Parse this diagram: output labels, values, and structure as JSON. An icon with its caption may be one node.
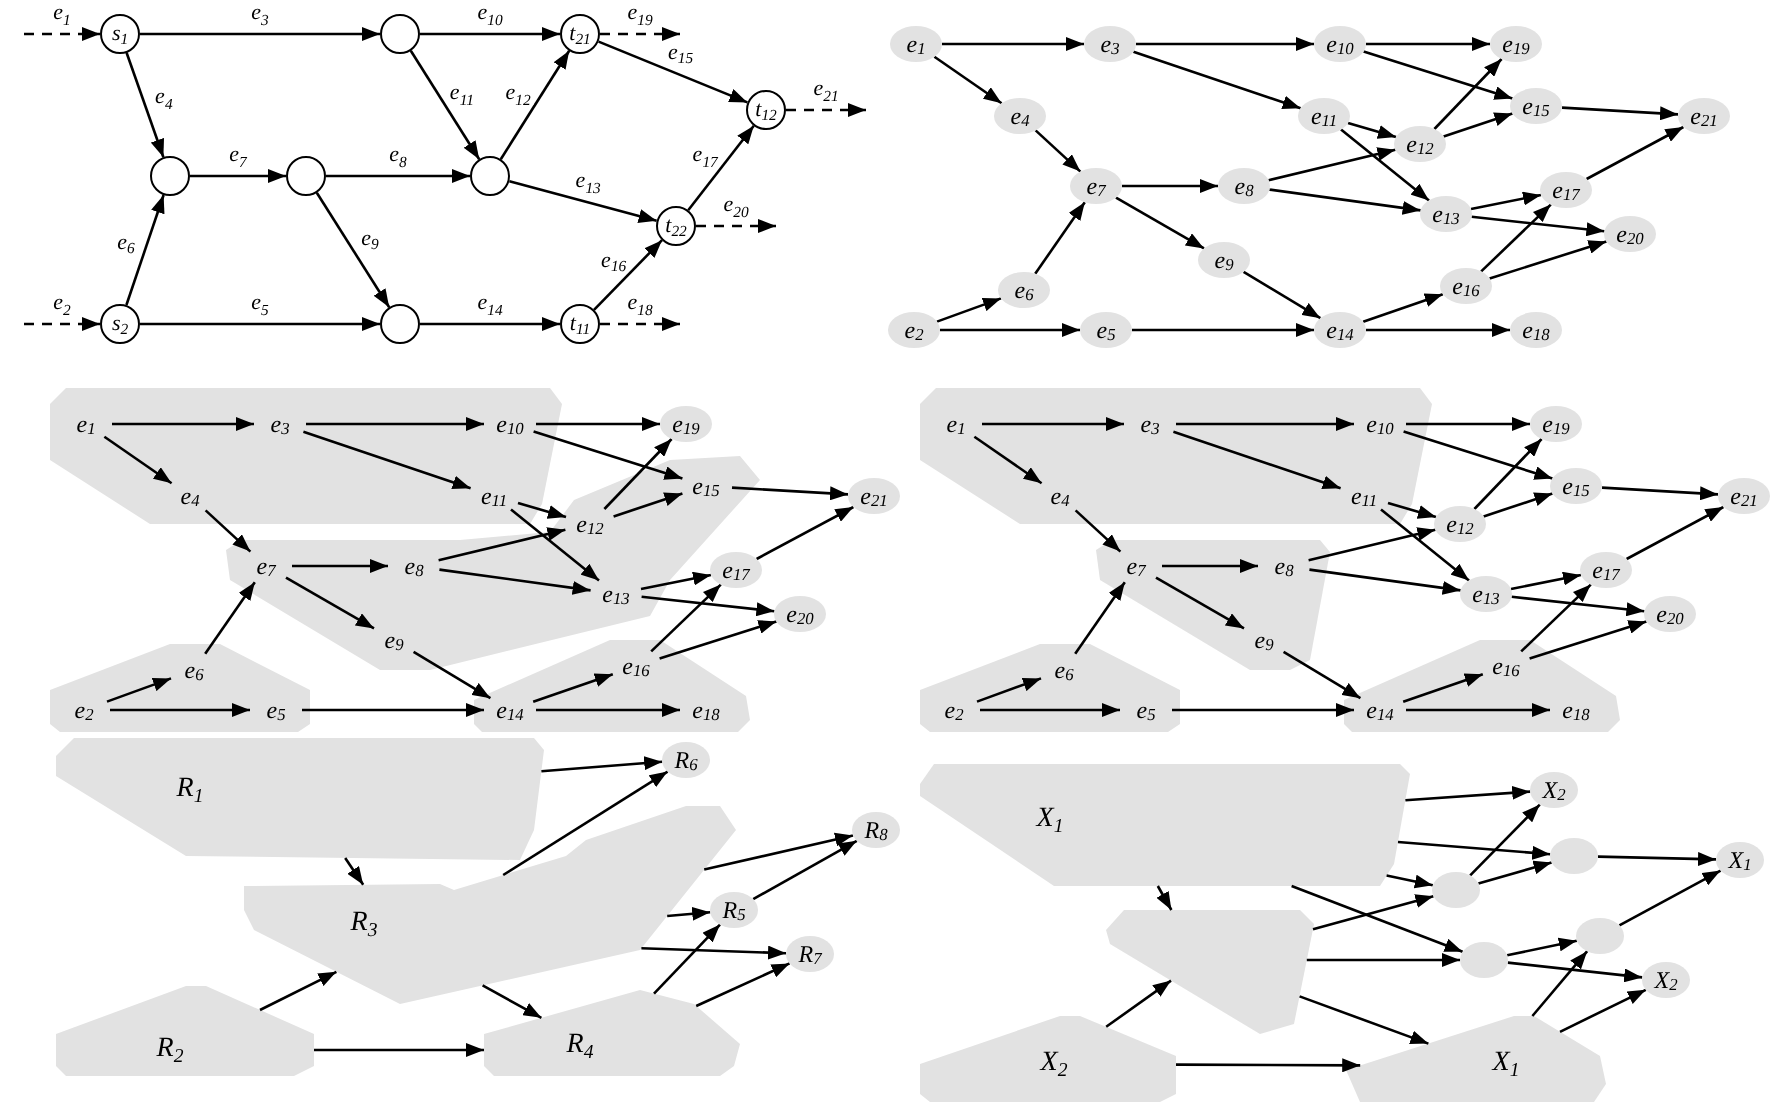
{
  "diagram": {
    "nodes": [
      {
        "text": [
          "s$_{1}$"
        ]
      },
      {
        "text": [],
        "shape": "circle"
      },
      {
        "text": [
          "t$_{21}$"
        ]
      },
      {
        "text": [
          "t$_{12}$"
        ]
      },
      {
        "text": [],
        "shape": "circle"
      },
      {
        "text": [],
        "shape": "circle"
      },
      {
        "text": [],
        "shape": "circle"
      },
      {
        "text": [
          "t$_{22}$"
        ]
      },
      {
        "text": [
          "s$_{2}$"
        ]
      },
      {
        "text": [],
        "shape": "circle"
      },
      {
        "text": [
          "t$_{11}$"
        ]
      },
      {
        "text": [
          "e$_{1}$"
        ]
      },
      {
        "text": [
          "e$_{2}$"
        ]
      },
      {
        "text": [
          "e$_{3}$"
        ]
      },
      {
        "text": [
          "e$_{4}$"
        ]
      },
      {
        "text": [
          "e$_{5}$"
        ]
      },
      {
        "text": [
          "e$_{6}$"
        ]
      },
      {
        "text": [
          "e$_{7}$"
        ]
      },
      {
        "text": [
          "e$_{8}$"
        ]
      },
      {
        "text": [
          "e$_{9}$"
        ]
      },
      {
        "text": [
          "e$_{10}$"
        ]
      },
      {
        "text": [
          "e$_{11}$"
        ]
      },
      {
        "text": [
          "e$_{12}$"
        ]
      },
      {
        "text": [
          "e$_{13}$"
        ]
      },
      {
        "text": [
          "e$_{14}$"
        ]
      },
      {
        "text": [
          "e$_{15}$"
        ]
      },
      {
        "text": [
          "e$_{16}$"
        ]
      },
      {
        "text": [
          "e$_{17}$"
        ]
      },
      {
        "text": [
          "e$_{18}$"
        ]
      },
      {
        "text": [
          "e$_{19}$"
        ]
      },
      {
        "text": [
          "e$_{20}$"
        ]
      },
      {
        "text": [
          "e$_{21}$"
        ]
      },
      {
        "text": [],
        "shape": "polygon"
      },
      {
        "text": [],
        "shape": "polygon"
      },
      {
        "text": [],
        "shape": "polygon"
      },
      {
        "text": [],
        "shape": "polygon"
      },
      {
        "text": [
          "e$_{1}$"
        ],
        "in": 32
      },
      {
        "text": [
          "e$_{2}$"
        ],
        "in": 34
      },
      {
        "text": [
          "e$_{3}$"
        ],
        "in": 32
      },
      {
        "text": [
          "e$_{4}$"
        ],
        "in": 32
      },
      {
        "text": [
          "e$_{5}$"
        ],
        "in": 34
      },
      {
        "text": [
          "e$_{6}$"
        ],
        "in": 34
      },
      {
        "text": [
          "e$_{7}$"
        ],
        "in": 33
      },
      {
        "text": [
          "e$_{8}$"
        ],
        "in": 33
      },
      {
        "text": [
          "e$_{9}$"
        ],
        "in": 33
      },
      {
        "text": [
          "e$_{10}$"
        ],
        "in": 32
      },
      {
        "text": [
          "e$_{11}$"
        ],
        "in": 32
      },
      {
        "text": [
          "e$_{12}$"
        ],
        "in": 33
      },
      {
        "text": [
          "e$_{13}$"
        ],
        "in": 33
      },
      {
        "text": [
          "e$_{14}$"
        ],
        "in": 35
      },
      {
        "text": [
          "e$_{15}$"
        ],
        "in": 33
      },
      {
        "text": [
          "e$_{16}$"
        ],
        "in": 35
      },
      {
        "text": [
          "e$_{17}$"
        ]
      },
      {
        "text": [
          "e$_{18}$"
        ],
        "in": 35
      },
      {
        "text": [
          "e$_{19}$"
        ]
      },
      {
        "text": [
          "e$_{20}$"
        ]
      },
      {
        "text": [
          "e$_{21}$"
        ]
      },
      {
        "text": [],
        "shape": "polygon"
      },
      {
        "text": [],
        "shape": "polygon"
      },
      {
        "text": [],
        "shape": "polygon"
      },
      {
        "text": [],
        "shape": "polygon"
      },
      {
        "text": [
          "e$_{1}$"
        ],
        "in": 57
      },
      {
        "text": [
          "e$_{2}$"
        ],
        "in": 59
      },
      {
        "text": [
          "e$_{3}$"
        ],
        "in": 57
      },
      {
        "text": [
          "e$_{4}$"
        ],
        "in": 57
      },
      {
        "text": [
          "e$_{5}$"
        ],
        "in": 59
      },
      {
        "text": [
          "e$_{6}$"
        ],
        "in": 59
      },
      {
        "text": [
          "e$_{7}$"
        ],
        "in": 58
      },
      {
        "text": [
          "e$_{8}$"
        ],
        "in": 58
      },
      {
        "text": [
          "e$_{9}$"
        ],
        "in": 58
      },
      {
        "text": [
          "e$_{10}$"
        ],
        "in": 57
      },
      {
        "text": [
          "e$_{11}$"
        ],
        "in": 57
      },
      {
        "text": [
          "e$_{12}$"
        ]
      },
      {
        "text": [
          "e$_{13}$"
        ]
      },
      {
        "text": [
          "e$_{14}$"
        ],
        "in": 60
      },
      {
        "text": [
          "e$_{15}$"
        ]
      },
      {
        "text": [
          "e$_{16}$"
        ],
        "in": 60
      },
      {
        "text": [
          "e$_{17}$"
        ]
      },
      {
        "text": [
          "e$_{18}$"
        ],
        "in": 60
      },
      {
        "text": [
          "e$_{19}$"
        ]
      },
      {
        "text": [
          "e$_{20}$"
        ]
      },
      {
        "text": [
          "e$_{21}$"
        ]
      },
      {
        "text": [
          "R$_{1}$"
        ]
      },
      {
        "text": [
          "R$_{2}$"
        ]
      },
      {
        "text": [
          "R$_{3}$"
        ]
      },
      {
        "text": [
          "R$_{4}$"
        ]
      },
      {
        "text": [
          "R$_{5}$"
        ]
      },
      {
        "text": [
          "R$_{6}$"
        ]
      },
      {
        "text": [
          "R$_{7}$"
        ]
      },
      {
        "text": [
          "R$_{8}$"
        ]
      },
      {
        "text": [
          "X$_{1}$"
        ]
      },
      {
        "text": [],
        "shape": "polygon"
      },
      {
        "text": [
          "X$_{2}$"
        ]
      },
      {
        "text": [
          "X$_{1}$"
        ]
      },
      {
        "text": [
          "X$_{2}$"
        ]
      },
      {
        "text": [],
        "shape": "ellipse"
      },
      {
        "text": [
          "X$_{1}$"
        ]
      },
      {
        "text": [],
        "shape": "ellipse"
      },
      {
        "text": [],
        "shape": "ellipse"
      },
      {
        "text": [],
        "shape": "ellipse"
      },
      {
        "text": [
          "X$_{2}$"
        ]
      }
    ],
    "edges": [
      {
        "from": null,
        "to": 0,
        "arrow": "to",
        "label": "e$_{1}$",
        "style": "dashed"
      },
      {
        "from": null,
        "to": 8,
        "arrow": "to",
        "label": "e$_{2}$",
        "style": "dashed"
      },
      {
        "from": 0,
        "to": 1,
        "arrow": "to",
        "label": "e$_{3}$"
      },
      {
        "from": 0,
        "to": 4,
        "arrow": "to",
        "label": "e$_{4}$"
      },
      {
        "from": 8,
        "to": 9,
        "arrow": "to",
        "label": "e$_{5}$"
      },
      {
        "from": 8,
        "to": 4,
        "arrow": "to",
        "label": "e$_{6}$"
      },
      {
        "from": 4,
        "to": 5,
        "arrow": "to",
        "label": "e$_{7}$"
      },
      {
        "from": 5,
        "to": 6,
        "arrow": "to",
        "label": "e$_{8}$"
      },
      {
        "from": 5,
        "to": 9,
        "arrow": "to",
        "label": "e$_{9}$"
      },
      {
        "from": 1,
        "to": 2,
        "arrow": "to",
        "label": "e$_{10}$"
      },
      {
        "from": 1,
        "to": 6,
        "arrow": "to",
        "label": "e$_{11}$"
      },
      {
        "from": 6,
        "to": 2,
        "arrow": "to",
        "label": "e$_{12}$"
      },
      {
        "from": 6,
        "to": 7,
        "arrow": "to",
        "label": "e$_{13}$"
      },
      {
        "from": 9,
        "to": 10,
        "arrow": "to",
        "label": "e$_{14}$"
      },
      {
        "from": 2,
        "to": 3,
        "arrow": "to",
        "label": "e$_{15}$"
      },
      {
        "from": 10,
        "to": 7,
        "arrow": "to",
        "label": "e$_{16}$"
      },
      {
        "from": 7,
        "to": 3,
        "arrow": "to",
        "label": "e$_{17}$"
      },
      {
        "from": 10,
        "to": null,
        "arrow": "to",
        "label": "e$_{18}$",
        "style": "dashed"
      },
      {
        "from": 2,
        "to": null,
        "arrow": "to",
        "label": "e$_{19}$",
        "style": "dashed"
      },
      {
        "from": 7,
        "to": null,
        "arrow": "to",
        "label": "e$_{20}$",
        "style": "dashed"
      },
      {
        "from": 3,
        "to": null,
        "arrow": "to",
        "label": "e$_{21}$",
        "style": "dashed"
      },
      {
        "from": 11,
        "to": 13,
        "arrow": "to"
      },
      {
        "from": 11,
        "to": 14,
        "arrow": "to"
      },
      {
        "from": 13,
        "to": 20,
        "arrow": "to"
      },
      {
        "from": 13,
        "to": 21,
        "arrow": "to"
      },
      {
        "from": 14,
        "to": 17,
        "arrow": "to"
      },
      {
        "from": 12,
        "to": 16,
        "arrow": "to"
      },
      {
        "from": 12,
        "to": 15,
        "arrow": "to"
      },
      {
        "from": 16,
        "to": 17,
        "arrow": "to"
      },
      {
        "from": 15,
        "to": 24,
        "arrow": "to"
      },
      {
        "from": 17,
        "to": 18,
        "arrow": "to"
      },
      {
        "from": 17,
        "to": 19,
        "arrow": "to"
      },
      {
        "from": 19,
        "to": 24,
        "arrow": "to"
      },
      {
        "from": 20,
        "to": 29,
        "arrow": "to"
      },
      {
        "from": 20,
        "to": 25,
        "arrow": "to"
      },
      {
        "from": 21,
        "to": 22,
        "arrow": "to"
      },
      {
        "from": 21,
        "to": 23,
        "arrow": "to"
      },
      {
        "from": 18,
        "to": 22,
        "arrow": "to"
      },
      {
        "from": 18,
        "to": 23,
        "arrow": "to"
      },
      {
        "from": 22,
        "to": 29,
        "arrow": "to"
      },
      {
        "from": 22,
        "to": 25,
        "arrow": "to"
      },
      {
        "from": 25,
        "to": 31,
        "arrow": "to"
      },
      {
        "from": 23,
        "to": 27,
        "arrow": "to"
      },
      {
        "from": 23,
        "to": 30,
        "arrow": "to"
      },
      {
        "from": 24,
        "to": 26,
        "arrow": "to"
      },
      {
        "from": 24,
        "to": 28,
        "arrow": "to"
      },
      {
        "from": 26,
        "to": 27,
        "arrow": "to"
      },
      {
        "from": 26,
        "to": 30,
        "arrow": "to"
      },
      {
        "from": 27,
        "to": 31,
        "arrow": "to"
      },
      {
        "from": 36,
        "to": 38,
        "arrow": "to"
      },
      {
        "from": 36,
        "to": 39,
        "arrow": "to"
      },
      {
        "from": 38,
        "to": 45,
        "arrow": "to"
      },
      {
        "from": 38,
        "to": 46,
        "arrow": "to"
      },
      {
        "from": 39,
        "to": 42,
        "arrow": "to"
      },
      {
        "from": 37,
        "to": 41,
        "arrow": "to"
      },
      {
        "from": 37,
        "to": 40,
        "arrow": "to"
      },
      {
        "from": 41,
        "to": 42,
        "arrow": "to"
      },
      {
        "from": 40,
        "to": 49,
        "arrow": "to"
      },
      {
        "from": 42,
        "to": 43,
        "arrow": "to"
      },
      {
        "from": 42,
        "to": 44,
        "arrow": "to"
      },
      {
        "from": 44,
        "to": 49,
        "arrow": "to"
      },
      {
        "from": 45,
        "to": 54,
        "arrow": "to"
      },
      {
        "from": 45,
        "to": 50,
        "arrow": "to"
      },
      {
        "from": 46,
        "to": 47,
        "arrow": "to"
      },
      {
        "from": 46,
        "to": 48,
        "arrow": "to"
      },
      {
        "from": 43,
        "to": 47,
        "arrow": "to"
      },
      {
        "from": 43,
        "to": 48,
        "arrow": "to"
      },
      {
        "from": 47,
        "to": 54,
        "arrow": "to"
      },
      {
        "from": 47,
        "to": 50,
        "arrow": "to"
      },
      {
        "from": 50,
        "to": 56,
        "arrow": "to"
      },
      {
        "from": 48,
        "to": 52,
        "arrow": "to"
      },
      {
        "from": 48,
        "to": 55,
        "arrow": "to"
      },
      {
        "from": 49,
        "to": 51,
        "arrow": "to"
      },
      {
        "from": 49,
        "to": 53,
        "arrow": "to"
      },
      {
        "from": 51,
        "to": 52,
        "arrow": "to"
      },
      {
        "from": 51,
        "to": 55,
        "arrow": "to"
      },
      {
        "from": 52,
        "to": 56,
        "arrow": "to"
      },
      {
        "from": 61,
        "to": 63,
        "arrow": "to"
      },
      {
        "from": 61,
        "to": 64,
        "arrow": "to"
      },
      {
        "from": 63,
        "to": 70,
        "arrow": "to"
      },
      {
        "from": 63,
        "to": 71,
        "arrow": "to"
      },
      {
        "from": 64,
        "to": 67,
        "arrow": "to"
      },
      {
        "from": 62,
        "to": 66,
        "arrow": "to"
      },
      {
        "from": 62,
        "to": 65,
        "arrow": "to"
      },
      {
        "from": 66,
        "to": 67,
        "arrow": "to"
      },
      {
        "from": 65,
        "to": 74,
        "arrow": "to"
      },
      {
        "from": 67,
        "to": 68,
        "arrow": "to"
      },
      {
        "from": 67,
        "to": 69,
        "arrow": "to"
      },
      {
        "from": 69,
        "to": 74,
        "arrow": "to"
      },
      {
        "from": 70,
        "to": 79,
        "arrow": "to"
      },
      {
        "from": 70,
        "to": 75,
        "arrow": "to"
      },
      {
        "from": 71,
        "to": 72,
        "arrow": "to"
      },
      {
        "from": 71,
        "to": 73,
        "arrow": "to"
      },
      {
        "from": 68,
        "to": 72,
        "arrow": "to"
      },
      {
        "from": 68,
        "to": 73,
        "arrow": "to"
      },
      {
        "from": 72,
        "to": 79,
        "arrow": "to"
      },
      {
        "from": 72,
        "to": 75,
        "arrow": "to"
      },
      {
        "from": 75,
        "to": 81,
        "arrow": "to"
      },
      {
        "from": 73,
        "to": 77,
        "arrow": "to"
      },
      {
        "from": 73,
        "to": 80,
        "arrow": "to"
      },
      {
        "from": 74,
        "to": 76,
        "arrow": "to"
      },
      {
        "from": 74,
        "to": 78,
        "arrow": "to"
      },
      {
        "from": 76,
        "to": 77,
        "arrow": "to"
      },
      {
        "from": 76,
        "to": 80,
        "arrow": "to"
      },
      {
        "from": 77,
        "to": 81,
        "arrow": "to"
      },
      {
        "from": 82,
        "to": 87,
        "arrow": "to"
      },
      {
        "from": 82,
        "to": 84,
        "arrow": "to"
      },
      {
        "from": 83,
        "to": 84,
        "arrow": "to"
      },
      {
        "from": 83,
        "to": 85,
        "arrow": "to"
      },
      {
        "from": 84,
        "to": 85,
        "arrow": "to"
      },
      {
        "from": 84,
        "to": 87,
        "arrow": "to"
      },
      {
        "from": 84,
        "to": 89,
        "arrow": "to"
      },
      {
        "from": 84,
        "to": 86,
        "arrow": "to"
      },
      {
        "from": 84,
        "to": 88,
        "arrow": "to"
      },
      {
        "from": 85,
        "to": 86,
        "arrow": "to"
      },
      {
        "from": 85,
        "to": 88,
        "arrow": "to"
      },
      {
        "from": 86,
        "to": 89,
        "arrow": "to"
      },
      {
        "from": 90,
        "to": 94,
        "arrow": "to"
      },
      {
        "from": 90,
        "to": 95,
        "arrow": "to"
      },
      {
        "from": 90,
        "to": 97,
        "arrow": "to"
      },
      {
        "from": 90,
        "to": 98,
        "arrow": "to"
      },
      {
        "from": 90,
        "to": 91,
        "arrow": "to"
      },
      {
        "from": 92,
        "to": 91,
        "arrow": "to"
      },
      {
        "from": 92,
        "to": 93,
        "arrow": "to"
      },
      {
        "from": 91,
        "to": 93,
        "arrow": "to"
      },
      {
        "from": 91,
        "to": 97,
        "arrow": "to"
      },
      {
        "from": 91,
        "to": 98,
        "arrow": "to"
      },
      {
        "from": 97,
        "to": 94,
        "arrow": "to"
      },
      {
        "from": 97,
        "to": 95,
        "arrow": "to"
      },
      {
        "from": 95,
        "to": 96,
        "arrow": "to"
      },
      {
        "from": 98,
        "to": 99,
        "arrow": "to"
      },
      {
        "from": 98,
        "to": 100,
        "arrow": "to"
      },
      {
        "from": 93,
        "to": 99,
        "arrow": "to"
      },
      {
        "from": 93,
        "to": 100,
        "arrow": "to"
      },
      {
        "from": 99,
        "to": 96,
        "arrow": "to"
      }
    ]
  }
}
